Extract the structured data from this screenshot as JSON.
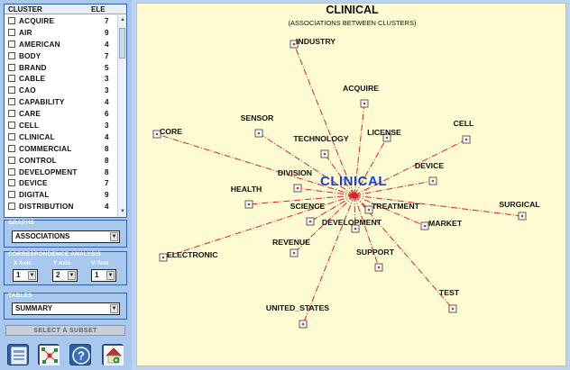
{
  "clusters": {
    "header_name": "CLUSTER",
    "header_count": "ELE",
    "items": [
      {
        "name": "ACQUIRE",
        "count": "7"
      },
      {
        "name": "AIR",
        "count": "9"
      },
      {
        "name": "AMERICAN",
        "count": "4"
      },
      {
        "name": "BODY",
        "count": "7"
      },
      {
        "name": "BRAND",
        "count": "5"
      },
      {
        "name": "CABLE",
        "count": "3"
      },
      {
        "name": "CAO",
        "count": "3"
      },
      {
        "name": "CAPABILITY",
        "count": "4"
      },
      {
        "name": "CARE",
        "count": "6"
      },
      {
        "name": "CELL",
        "count": "3"
      },
      {
        "name": "CLINICAL",
        "count": "4"
      },
      {
        "name": "COMMERCIAL",
        "count": "8"
      },
      {
        "name": "CONTROL",
        "count": "8"
      },
      {
        "name": "DEVELOPMENT",
        "count": "8"
      },
      {
        "name": "DEVICE",
        "count": "7"
      },
      {
        "name": "DIGITAL",
        "count": "9"
      },
      {
        "name": "DISTRIBUTION",
        "count": "4"
      }
    ]
  },
  "graphs": {
    "title": "GRAPHS",
    "selected": "ASSOCIATIONS"
  },
  "correspondence": {
    "title": "CORRESPONDENCE ANALYSIS",
    "x_label": "X Axis",
    "y_label": "Y Axis",
    "v_label": "V-Test",
    "x_value": "1",
    "y_value": "2",
    "v_value": "1"
  },
  "tables": {
    "title": "TABLES",
    "selected": "SUMMARY"
  },
  "subset_button": "SELECT A SUBSET",
  "toolbar_icons": [
    "save-document-icon",
    "network-graph-icon",
    "help-icon",
    "home-icon"
  ],
  "graph": {
    "title": "CLINICAL",
    "subtitle": "(ASSOCIATIONS BETWEEN CLUSTERS)",
    "center_label": "CLINICAL",
    "nodes": [
      "INDUSTRY",
      "ACQUIRE",
      "SENSOR",
      "LICENSE",
      "TECHNOLOGY",
      "CELL",
      "CORE",
      "DEVICE",
      "DIVISION",
      "HEALTH",
      "SURGICAL",
      "TREATMENT",
      "SCIENCE",
      "MARKET",
      "DEVELOPMENT",
      "REVENUE",
      "SUPPORT",
      "ELECTRONIC",
      "TEST",
      "UNITED_STATES"
    ],
    "colors": {
      "edge": "#e0202a",
      "center_text": "#1a3fd0",
      "panel_bg": "#fefbd2"
    }
  }
}
